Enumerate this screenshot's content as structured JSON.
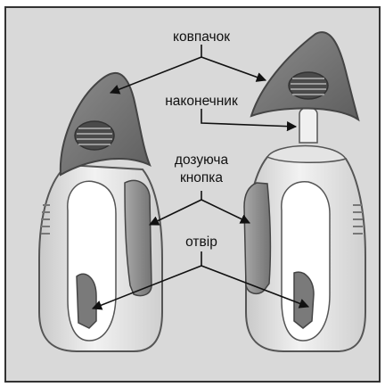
{
  "labels": {
    "cap": "ковпачок",
    "tip": "наконечник",
    "dose_button_line1": "дозуюча",
    "dose_button_line2": "кнопка",
    "opening": "отвір"
  }
}
